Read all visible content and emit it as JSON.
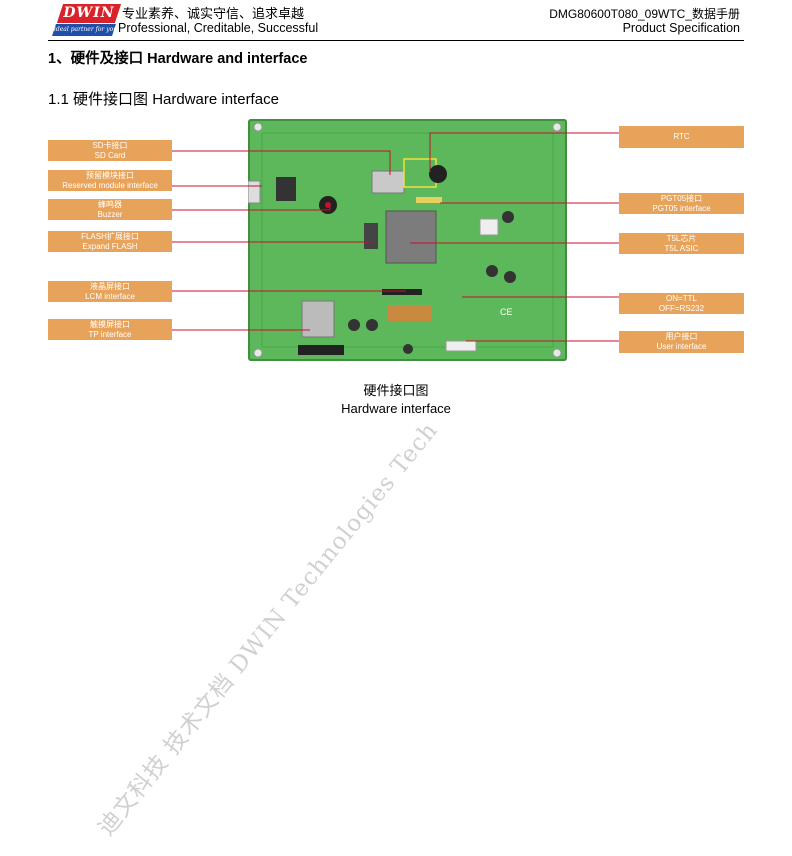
{
  "header": {
    "logo_text": "DWIN",
    "logo_slogan": "ideal partner for you",
    "tagline_cn": "专业素养、诚实守信、追求卓越",
    "tagline_en": "Professional, Creditable, Successful",
    "model": "DMG80600T080_09WTC_数据手册",
    "spec": "Product Specification"
  },
  "section_title": "1、硬件及接口 Hardware and interface",
  "subsection_title": "1.1 硬件接口图 Hardware interface",
  "left_labels": [
    {
      "cn": "SD卡接口",
      "en": "SD Card"
    },
    {
      "cn": "预留模块接口",
      "en": "Reserved module interface"
    },
    {
      "cn": "蜂鸣器",
      "en": "Buzzer"
    },
    {
      "cn": "FLASH扩展接口",
      "en": "Expand FLASH"
    },
    {
      "cn": "液晶屏接口",
      "en": "LCM interface"
    },
    {
      "cn": "触摸屏接口",
      "en": "TP interface"
    }
  ],
  "right_labels": [
    {
      "cn": "RTC",
      "en": ""
    },
    {
      "cn": "PGT05接口",
      "en": "PGT05 interface"
    },
    {
      "cn": "T5L芯片",
      "en": "T5L ASIC"
    },
    {
      "cn": "ON=TTL",
      "en": "OFF=RS232"
    },
    {
      "cn": "用户接口",
      "en": "User interface"
    }
  ],
  "caption_cn": "硬件接口图",
  "caption_en": "Hardware interface",
  "watermark": "迪文科技 技术文档 DWIN Technologies Tech",
  "colors": {
    "label_bg": "#e8a35a",
    "pointer_line": "#c8102e",
    "board": "#5cb85a",
    "logo_red": "#d8232a",
    "logo_blue": "#1f4fa8"
  }
}
